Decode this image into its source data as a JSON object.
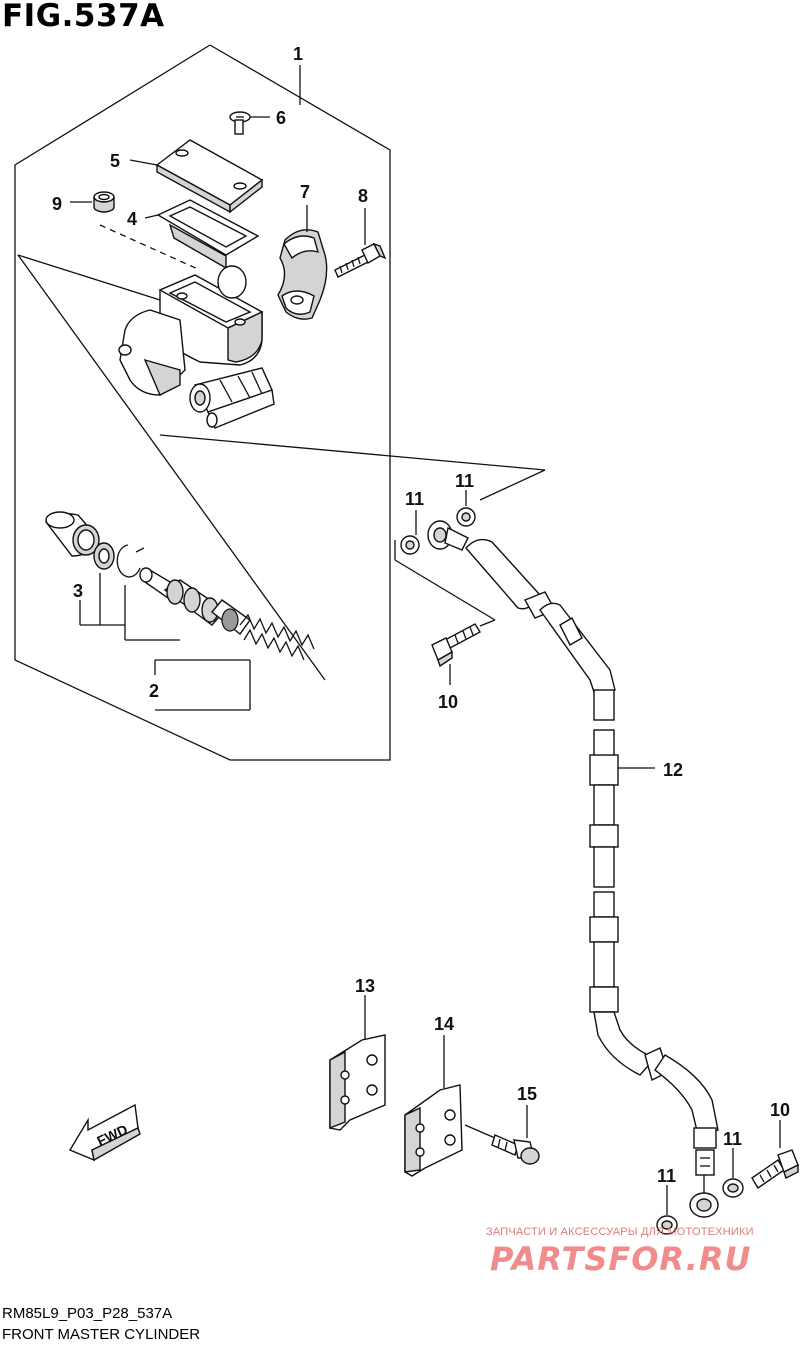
{
  "figure": {
    "title": "FIG.537A",
    "code": "RM85L9_P03_P28_537A",
    "name": "FRONT MASTER CYLINDER"
  },
  "callouts": {
    "c1": "1",
    "c2": "2",
    "c3": "3",
    "c4": "4",
    "c5": "5",
    "c6": "6",
    "c7": "7",
    "c8": "8",
    "c9": "9",
    "c10a": "10",
    "c10b": "10",
    "c11a": "11",
    "c11b": "11",
    "c11c": "11",
    "c11d": "11",
    "c12": "12",
    "c13": "13",
    "c14": "14",
    "c15": "15"
  },
  "fwd_label": "FWD",
  "watermark": {
    "line1": "ЗАПЧАСТИ И АКСЕССУАРЫ ДЛЯ МОТОТЕХНИКИ",
    "line2": "PARTSFOR.RU"
  },
  "colors": {
    "lines": "#111111",
    "watermark": "#f08c8c"
  }
}
